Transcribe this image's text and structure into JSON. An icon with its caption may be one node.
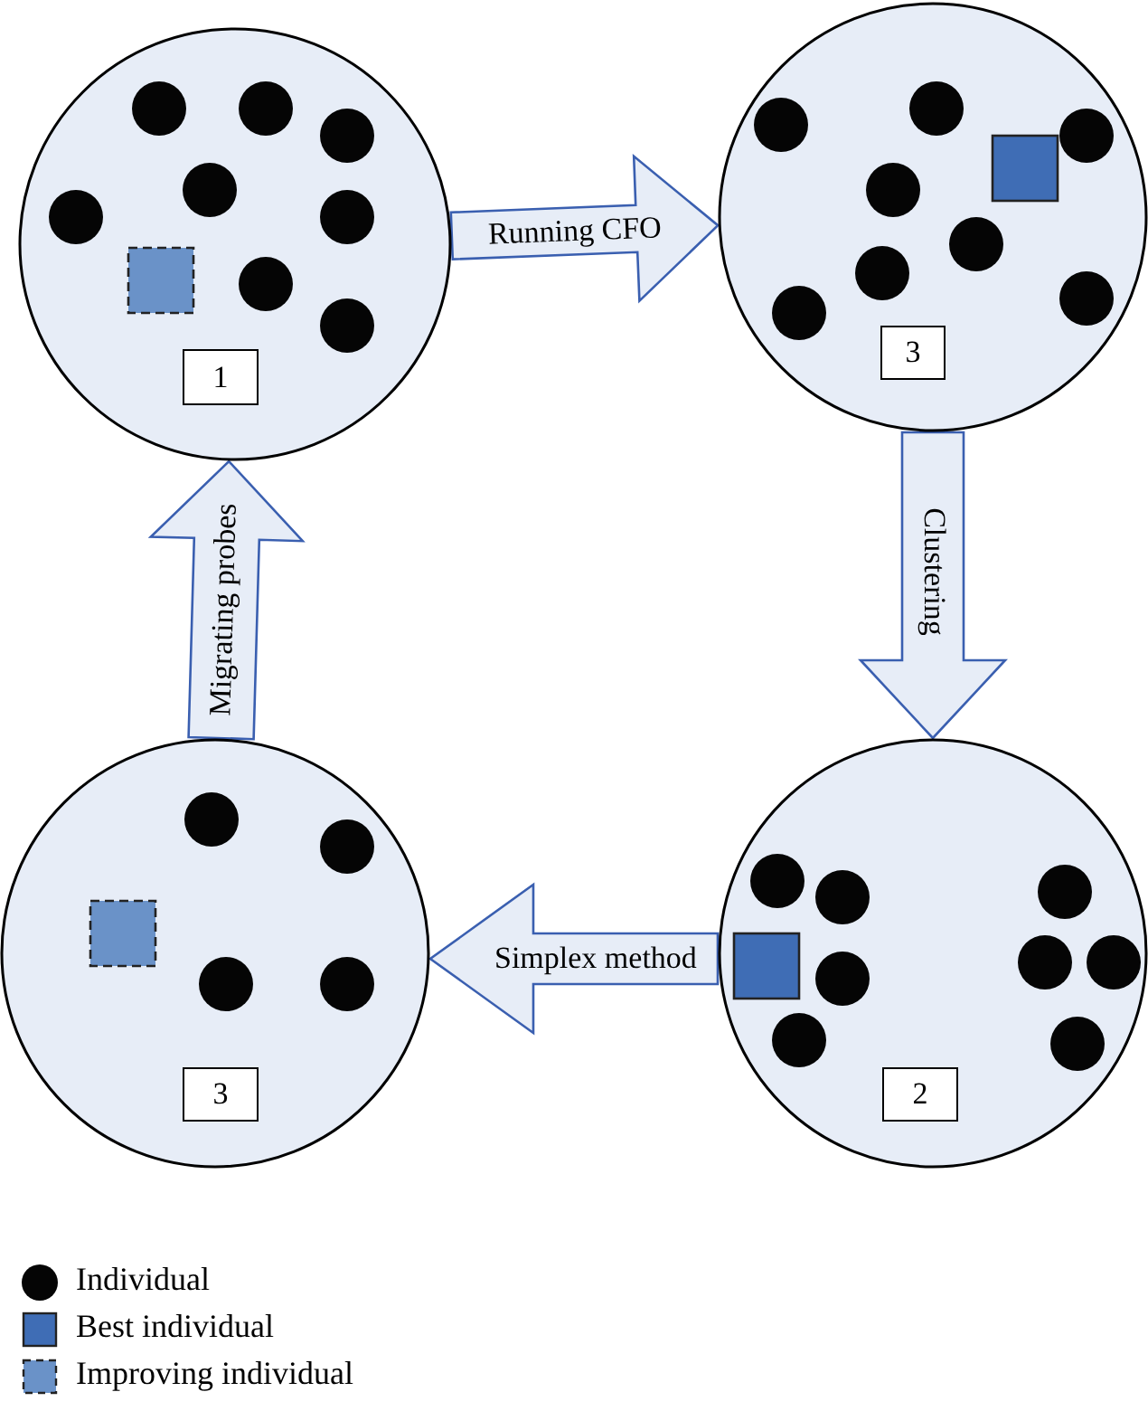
{
  "diagram": {
    "nodes": [
      {
        "text": [],
        "shape": "circle"
      },
      {
        "text": [
          "1"
        ],
        "in": 0
      },
      {
        "text": [],
        "shape": "circle"
      },
      {
        "text": [
          "3"
        ],
        "in": 2
      },
      {
        "text": [],
        "shape": "circle"
      },
      {
        "text": [
          "2"
        ],
        "in": 4
      },
      {
        "text": [],
        "shape": "circle"
      },
      {
        "text": [
          "3"
        ],
        "in": 6
      }
    ],
    "edges": [
      {
        "from": 0,
        "to": 2,
        "arrow": "to",
        "label": "Running CFO"
      },
      {
        "from": 2,
        "to": 4,
        "arrow": "to",
        "label": "Clustering"
      },
      {
        "from": 4,
        "to": 6,
        "arrow": "to",
        "label": "Simplex method"
      },
      {
        "from": 6,
        "to": 0,
        "arrow": "to",
        "label": "Migrating probes"
      }
    ],
    "legend": [
      {
        "text": "Individual"
      },
      {
        "text": "Best individual",
        "color": "#3f6db5"
      },
      {
        "text": "Improving individual",
        "color": "#6a92c8"
      }
    ]
  }
}
